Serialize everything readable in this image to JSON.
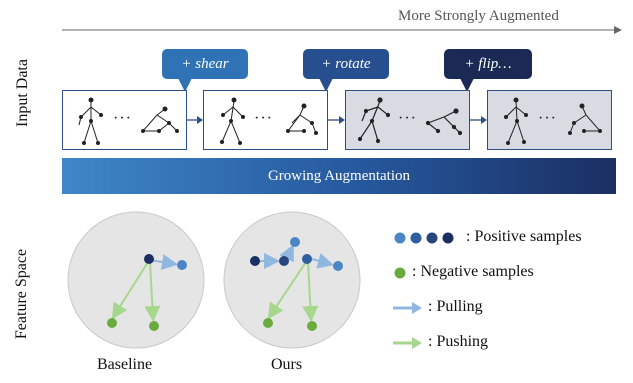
{
  "header": {
    "axis_label": "More Strongly Augmented"
  },
  "rows": {
    "input_label": "Input Data",
    "feature_label": "Feature Space"
  },
  "augmentations": [
    {
      "label": "+ shear",
      "color": "#2f73b6"
    },
    {
      "label": "+ rotate",
      "color": "#274f8f"
    },
    {
      "label": "+ flip…",
      "color": "#1a2a55"
    }
  ],
  "frames": [
    {
      "dots": "···",
      "shaded": false
    },
    {
      "dots": "···",
      "shaded": false
    },
    {
      "dots": "···",
      "shaded": true
    },
    {
      "dots": "···",
      "shaded": true
    }
  ],
  "banner": {
    "label": "Growing Augmentation"
  },
  "panels": {
    "baseline_label": "Baseline",
    "ours_label": "Ours"
  },
  "legend": {
    "positive": ": Positive samples",
    "negative": ": Negative samples",
    "pulling": ": Pulling",
    "pushing": ": Pushing"
  },
  "colors": {
    "positive": [
      "#4a86c5",
      "#2f5f9e",
      "#27467f",
      "#1b2f63"
    ],
    "negative": "#6aab3f",
    "pulling": "#8fb7e0",
    "pushing": "#a6d78c",
    "circle_fill": "#e5e5e5",
    "frame_border": "#2b4f86"
  }
}
